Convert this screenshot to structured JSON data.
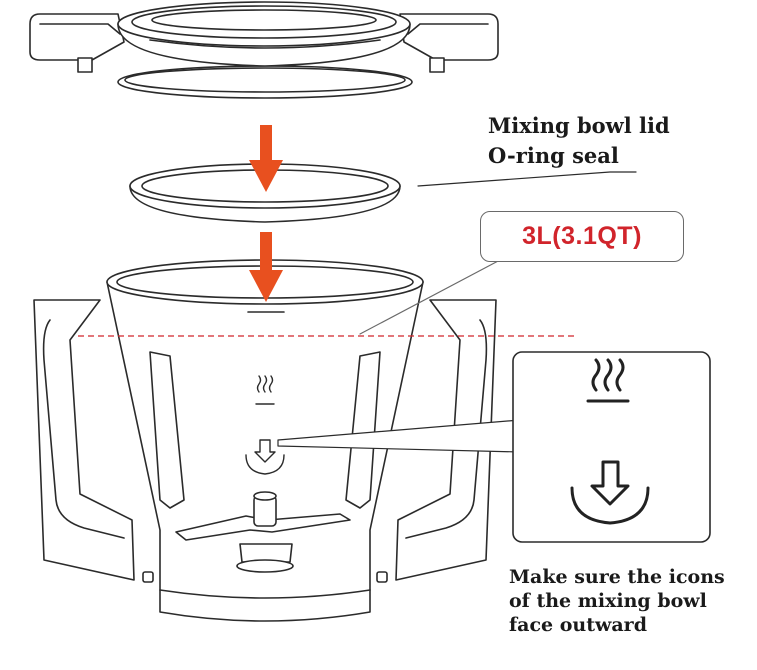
{
  "labels": {
    "lid_line1": "Mixing bowl lid",
    "lid_line2": "O-ring  seal",
    "capacity": "3L(3.1QT)",
    "instruction": [
      "Make sure the icons",
      "of the mixing bowl",
      "face outward"
    ]
  },
  "icons": {
    "heating": "steam-heat-icon",
    "blade_direction": "down-arrow-in-bowl-icon"
  },
  "colors": {
    "arrow": "#e8501f",
    "capacity_text": "#d1242b",
    "fill_line": "#d1242b",
    "outline": "#2b2b2b"
  }
}
